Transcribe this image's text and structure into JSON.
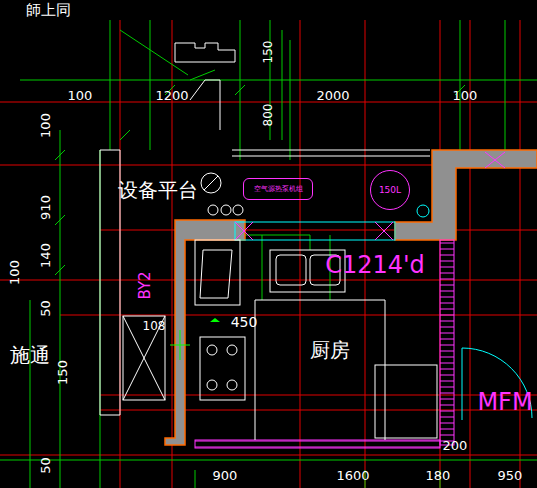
{
  "diagram": {
    "nodes": [
      {
        "text": [
          "空气源热泵机组"
        ]
      },
      {
        "text": [
          "150L"
        ]
      }
    ],
    "labels": [
      "師上同",
      "100",
      "1200",
      "2000",
      "100",
      "150",
      "800",
      "100",
      "910",
      "140",
      "100",
      "50",
      "150",
      "50",
      "设备平台",
      "BY2",
      "108",
      "450",
      "厨房",
      "C1214'd",
      "施通",
      "MFM",
      "200",
      "900",
      "1600",
      "180",
      "950"
    ]
  }
}
